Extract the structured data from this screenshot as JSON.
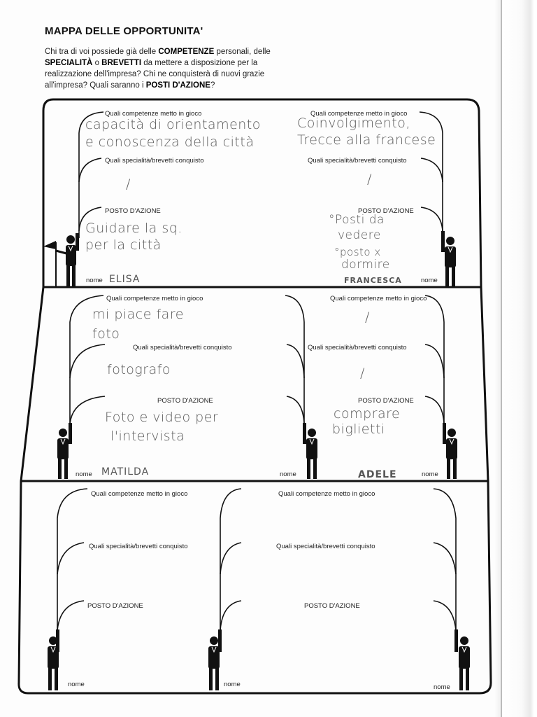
{
  "title": "MAPPA DELLE OPPORTUNITA'",
  "intro": {
    "p1": "Chi tra di voi possiede già delle ",
    "b1": "COMPETENZE",
    "p2": " personali, delle ",
    "b2": "SPECIALITÀ",
    "p3": " o ",
    "b3": "BREVETTI",
    "p4": " da mettere a disposizione per la realizzazione dell'impresa? Chi ne conquisterà di nuovi grazie all'impresa? Quali saranno i ",
    "b4": "POSTI D'AZIONE",
    "p5": "?"
  },
  "labels": {
    "competenze": "Quali competenze metto in gioco",
    "specialita": "Quali specialità/brevetti conquisto",
    "posto": "POSTO D'AZIONE",
    "nome": "nome"
  },
  "cards": [
    {
      "name": "ELISA",
      "competenze": [
        "capacità di orientamento",
        "e conoscenza della città"
      ],
      "specialita": "/",
      "posto": [
        "Guidare la sq.",
        "per la città"
      ]
    },
    {
      "name": "FRANCESCA",
      "competenze": [
        "Coinvolgimento,",
        "Trecce alla francese"
      ],
      "specialita": "/",
      "posto": [
        "°Posti da",
        "vedere",
        "°posto x",
        "dormire"
      ]
    },
    {
      "name": "MATILDA",
      "competenze": [
        "mi piace fare",
        "foto"
      ],
      "specialita": "fotografo",
      "posto": [
        "Foto e video per",
        "l'intervista"
      ]
    },
    {
      "name": "ADELE",
      "competenze": [
        "/"
      ],
      "specialita": "/",
      "posto": [
        "comprare",
        "biglietti"
      ]
    }
  ]
}
